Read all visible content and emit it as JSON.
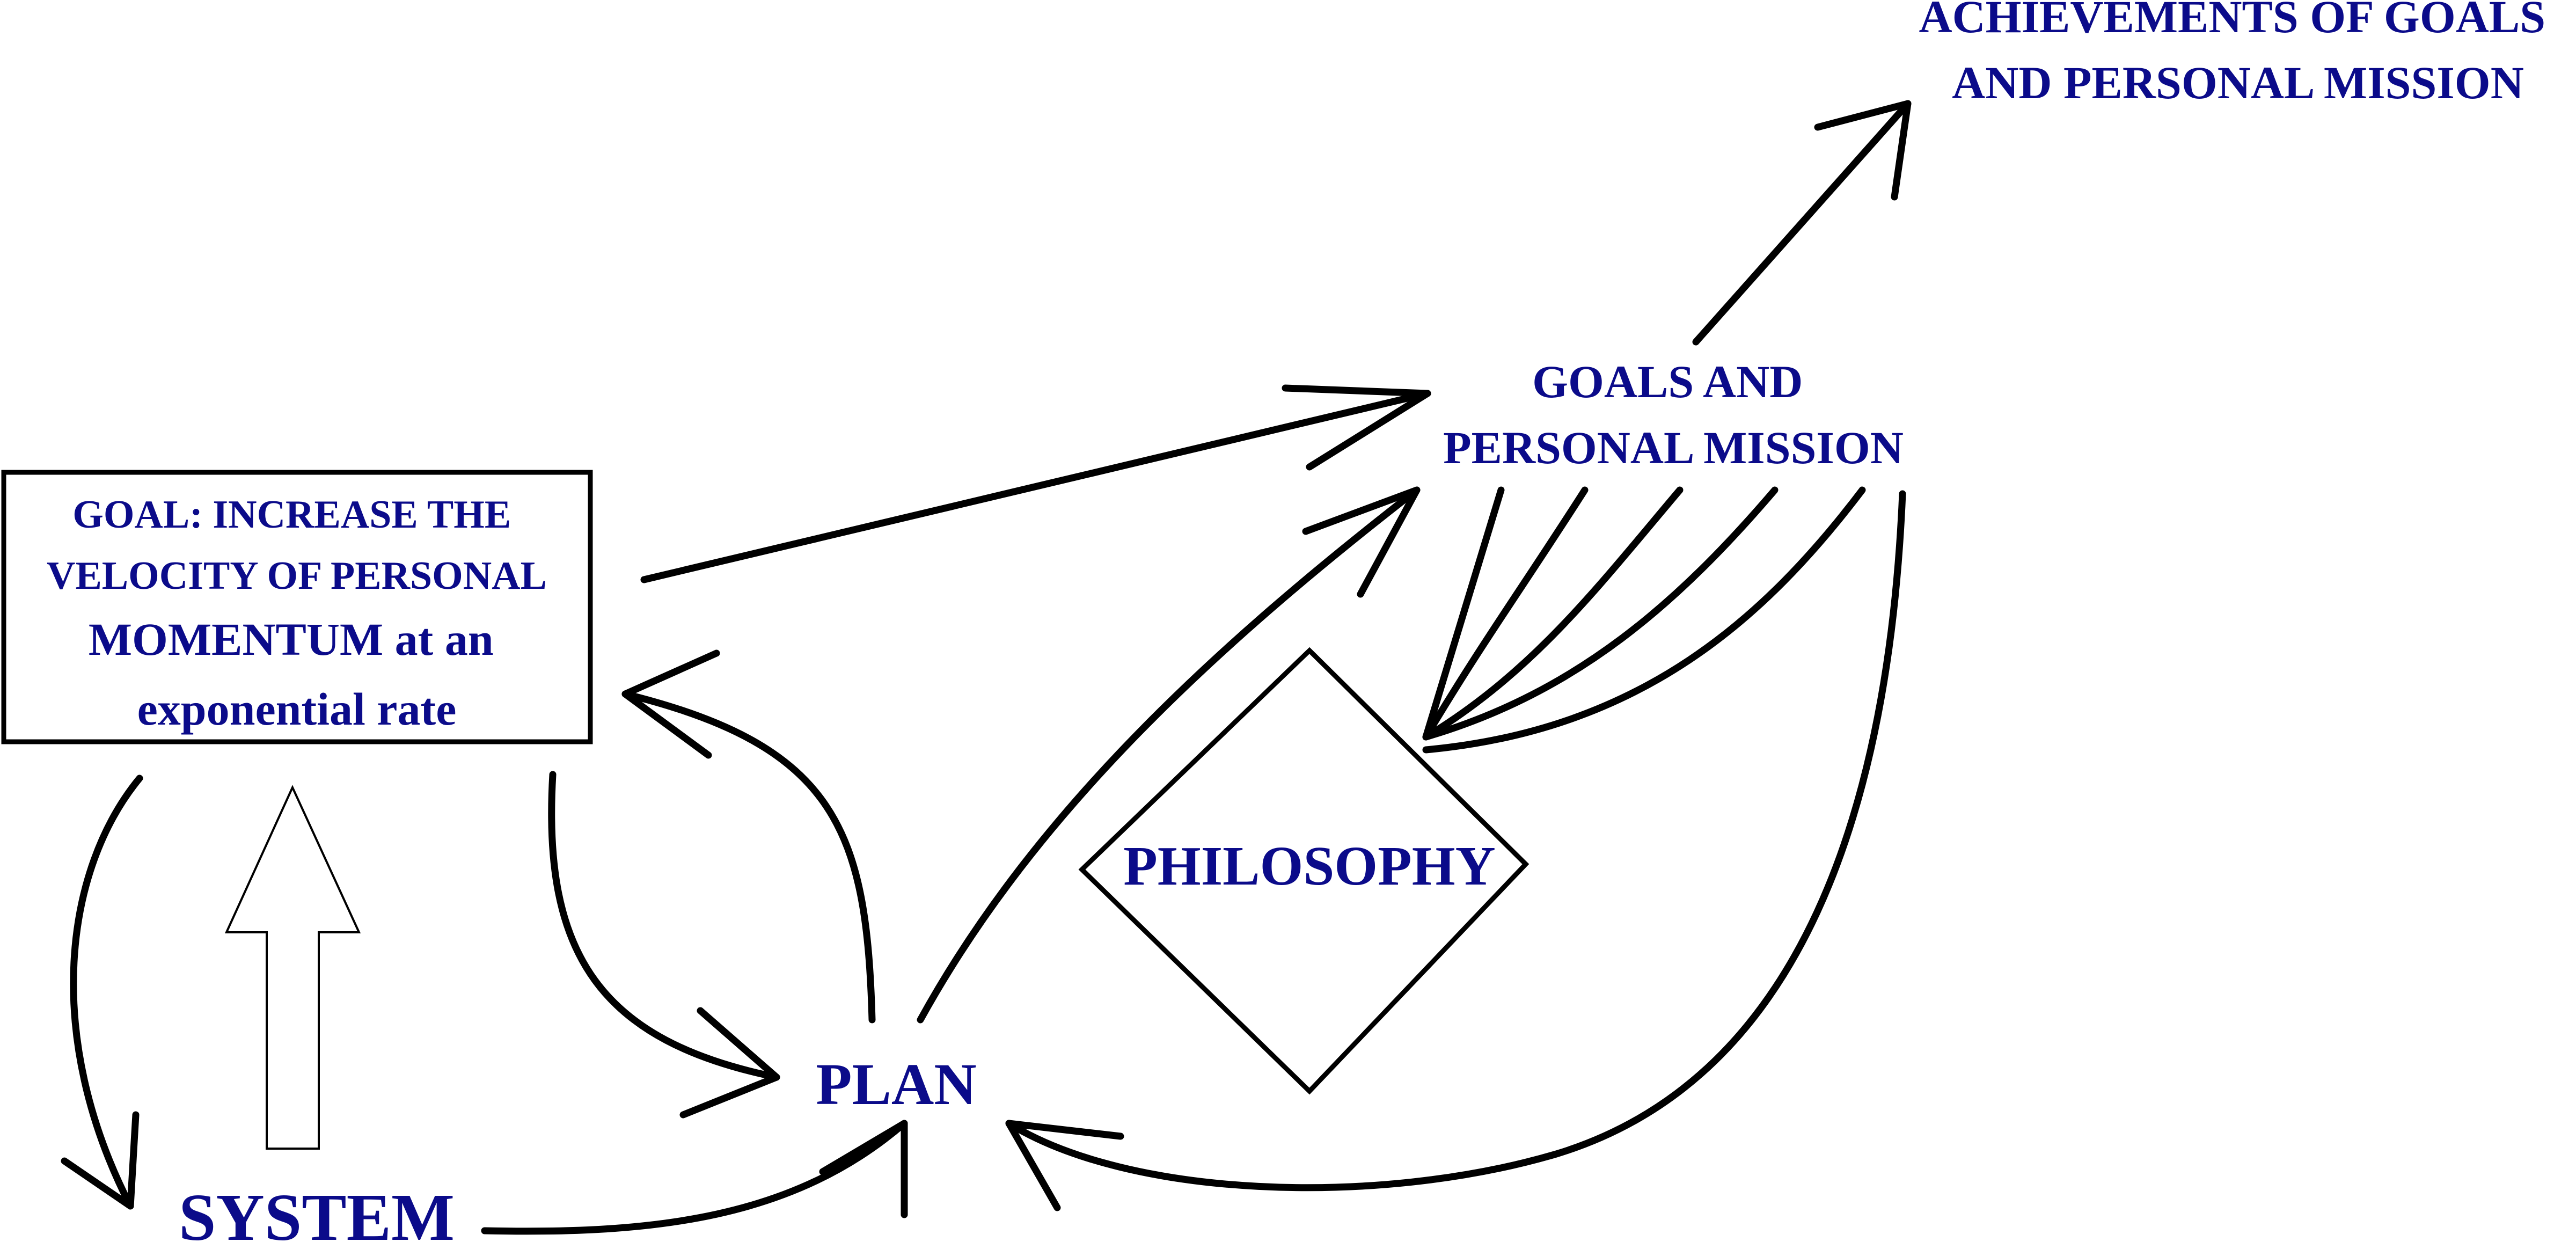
{
  "colors": {
    "label_text": "#0b0b8a",
    "lines": "#000000",
    "background": "#ffffff"
  },
  "nodes": {
    "goal_box": {
      "lines": [
        "GOAL:  INCREASE THE",
        "VELOCITY OF PERSONAL",
        "MOMENTUM at an",
        "exponential rate"
      ]
    },
    "goals_mission": {
      "lines": [
        "GOALS AND",
        "PERSONAL MISSION"
      ]
    },
    "achievements": {
      "lines": [
        "ACHIEVEMENTS OF GOALS",
        "AND PERSONAL MISSION"
      ]
    },
    "philosophy": {
      "label": "PHILOSOPHY"
    },
    "plan": {
      "label": "PLAN"
    },
    "system": {
      "label": "SYSTEM"
    }
  }
}
